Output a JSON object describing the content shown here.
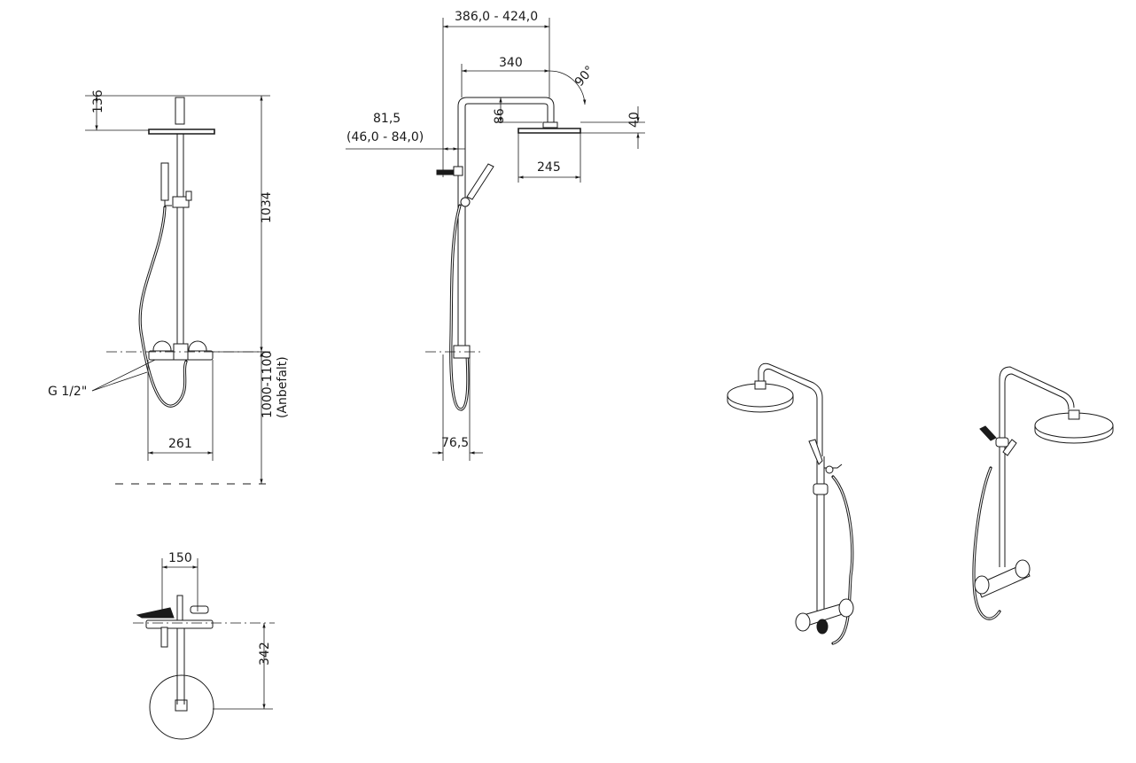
{
  "drawing": {
    "front_view": {
      "dim_head_drop": "136",
      "dim_total_height": "1034",
      "dim_mount_height": "1000-1100",
      "dim_mount_height_note": "(Anbefalt)",
      "dim_mixer_width": "261",
      "label_connection": "G 1/2\""
    },
    "side_view": {
      "dim_arm_reach": "386,0 - 424,0",
      "dim_arm_length": "340",
      "dim_arm_angle": "90°",
      "dim_wall_offset": "81,5",
      "dim_wall_offset_range": "(46,0 - 84,0)",
      "dim_arm_drop": "86",
      "dim_head_thickness": "40",
      "dim_head_diameter": "245",
      "dim_base_depth": "76,5"
    },
    "top_view": {
      "dim_inlet_spacing": "150",
      "dim_head_projection": "342"
    }
  }
}
